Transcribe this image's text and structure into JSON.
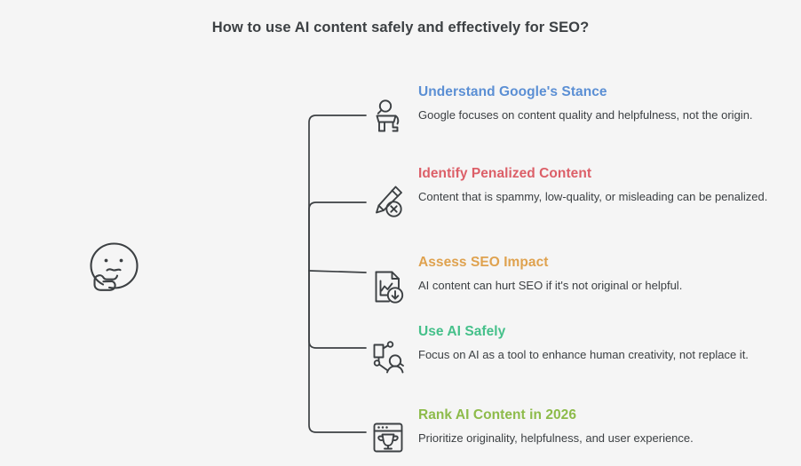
{
  "page": {
    "title": "How to use AI content safely and effectively for SEO?",
    "background_color": "#f5f5f5",
    "text_color": "#3c4043"
  },
  "root": {
    "icon": "thinking-face-icon",
    "label": ""
  },
  "diagram": {
    "type": "mind-map",
    "orientation": "left-to-right",
    "branch_count": 5,
    "connector_color": "#3c4043"
  },
  "branches": [
    {
      "heading": "Understand Google's Stance",
      "description": "Google focuses on content quality and helpfulness, not the origin.",
      "color": "#5b8fd4",
      "icon": "person-search-icon"
    },
    {
      "heading": "Identify Penalized Content",
      "description": "Content that is spammy, low-quality, or misleading can be penalized.",
      "color": "#dc5f68",
      "icon": "pencil-error-icon"
    },
    {
      "heading": "Assess SEO Impact",
      "description": "AI content can hurt SEO if it's not original or helpful.",
      "color": "#dfa24f",
      "icon": "document-chart-download-icon"
    },
    {
      "heading": "Use AI Safely",
      "description": "Focus on AI as a tool to enhance human creativity, not replace it.",
      "color": "#45c08a",
      "icon": "robot-arm-person-icon"
    },
    {
      "heading": "Rank AI Content in 2026",
      "description": "Prioritize originality, helpfulness, and user experience.",
      "color": "#8dbb4a",
      "icon": "browser-trophy-icon"
    }
  ]
}
